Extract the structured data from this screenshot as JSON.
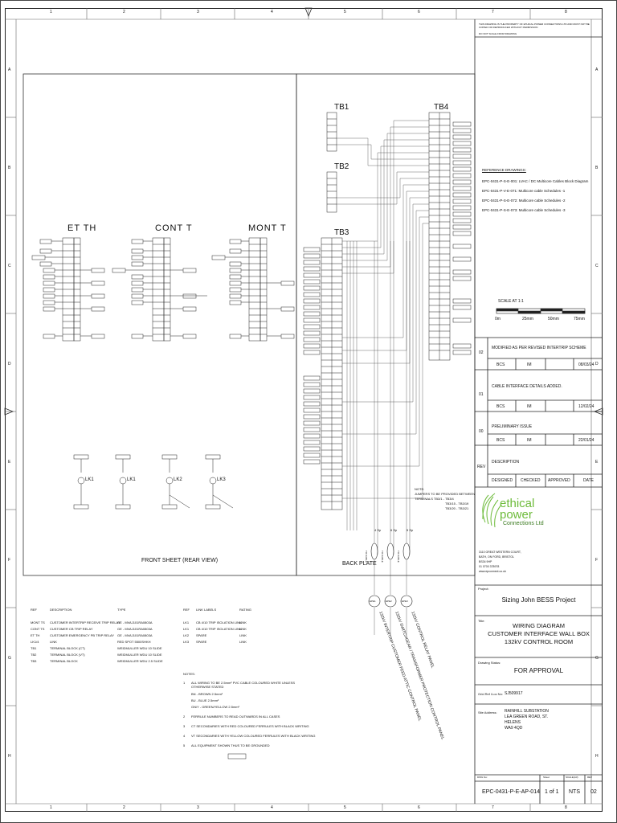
{
  "grid": {
    "columns": [
      "1",
      "2",
      "3",
      "4",
      "5",
      "6",
      "7",
      "8"
    ],
    "rows": [
      "A",
      "B",
      "C",
      "D",
      "E",
      "F",
      "G",
      "H"
    ]
  },
  "header_notes": {
    "line1": "THIS DRAWING IS THE PROPERTY OF ETHICAL POWER CONNECTIONS LTD AND MUST NOT BE COPIED OR REPRODUCED WITHOUT PERMISSION",
    "line2": "DO NOT SCALE FROM DRAWING"
  },
  "diagram": {
    "panel_labels": {
      "et": "ET TH",
      "cont": "CONT T",
      "mont": "MONT T",
      "tb1": "TB1",
      "tb2": "TB2",
      "tb3": "TB3",
      "tb4": "TB4"
    },
    "link_labels": [
      "LK1",
      "LK1",
      "LK2",
      "LK3"
    ],
    "front_sheet_label": "FRONT SHEET (REAR VIEW)",
    "back_plate_label": "BACK PLATE",
    "note": {
      "title": "NOTE:",
      "lines": [
        "JUMPERS TO BE PROVIDED BETWEEN",
        "TERMINALS TB3/1 - TB3/4",
        "TB3/15 - TB3/19",
        "TB3/20 - TB3/21"
      ]
    },
    "cable_labels": [
      "4 Sp",
      "6 Sp",
      "5 Sp"
    ],
    "cable_tags": [
      "TO CABLE",
      "TO CABLE",
      "TO CABLE"
    ],
    "circle_tags": [
      "EPE1",
      "EPE2",
      "EPE3"
    ],
    "vertical_texts": [
      "132kV INTERTRIP CUSTOMER FEED ATTIC CONTROL PANEL",
      "132kV SWITCHGEAR / TRANSFORMER PROTECTION CONTROL PANEL",
      "132kV CONTROL RELAY PANEL"
    ]
  },
  "legend": {
    "headers": {
      "ref": "REF",
      "description": "DESCRIPTION",
      "type": "TYPE"
    },
    "rows": [
      {
        "ref": "MONT TS",
        "description": "CUSTOMER INTERTRIP RECEIVE TRIP RELAY",
        "type": "GE - MVAJ101RA0803A"
      },
      {
        "ref": "CONT TS",
        "description": "CUSTOMER CB TRIP RELAY",
        "type": "GE - MVAJ101RA0803A"
      },
      {
        "ref": "ET TH",
        "description": "CUSTOMER EMERGENCY PB TRIP RELAY",
        "type": "GE - MVAJ101RA0803A"
      },
      {
        "ref": "LK1/4",
        "description": "LINK",
        "type": "RED SPOT 5500SHKH"
      },
      {
        "ref": "TB1",
        "description": "TERMINAL BLOCK (CT)",
        "type": "WEIDMULLER WDU 10 SLIDE"
      },
      {
        "ref": "TB2",
        "description": "TERMINAL BLOCK (VT)",
        "type": "WEIDMULLER WDU 10 SLIDE"
      },
      {
        "ref": "TB3",
        "description": "TERMINAL BLOCK",
        "type": "WEIDMULLER WDU 2.5 SLIDE"
      }
    ]
  },
  "links_table": {
    "headers": {
      "ref": "REF",
      "labels": "LINK LABELS",
      "rating": "RATING"
    },
    "rows": [
      {
        "ref": "LK1",
        "label": "CB 4/10 TRIP ISOLATION LINK",
        "rating": "LINK"
      },
      {
        "ref": "LK1",
        "label": "CB 4/10 TRIP ISOLATION LINK",
        "rating": "LINK"
      },
      {
        "ref": "LK2",
        "label": "SPARE",
        "rating": "LINK"
      },
      {
        "ref": "LK3",
        "label": "SPARE",
        "rating": "LINK"
      }
    ]
  },
  "notes": {
    "title": "NOTES:",
    "items": [
      {
        "num": "1",
        "text": "ALL WIRING TO BE 2.5mm² PVC CABLE COLOURED WHITE UNLESS OTHERWISE STATED"
      },
      {
        "num": "",
        "text": "BN - BROWN          2.5mm²"
      },
      {
        "num": "",
        "text": "BU - BLUE           2.5mm²"
      },
      {
        "num": "",
        "text": "GN/Y - GREEN/YELLOW 2.5mm²"
      },
      {
        "num": "2",
        "text": "FERRULE NUMBERS TO READ OUTWARDS IN ALL CASES"
      },
      {
        "num": "3",
        "text": "CT SECONDARIES WITH RED COLOURED FERRULES WITH BLACK WRITING"
      },
      {
        "num": "4",
        "text": "VT SECONDARIES WITH YELLOW COLOURED FERRULES WITH BLACK WRITING"
      },
      {
        "num": "5",
        "text": "ALL EQUIPMENT SHOWN THUS         TO BE GROUNDED"
      }
    ]
  },
  "reference_drawings": {
    "title": "REFERENCE DRAWINGS:",
    "items": [
      "EPC-0431-P-S-E-001:   LVAC / DC Multicore Cables Block Diagram",
      "EPC-0431-P-V-E-071:   Multicore cable Schedules -1",
      "EPC-0431-P-S-E-072:   Multicore cable Schedules -2",
      "EPC-0431-P-S-E-073:   Multicore cable Schedules -3"
    ]
  },
  "scale_bar": {
    "title": "SCALE AT 1:1",
    "ticks": [
      "0m",
      "25mm",
      "50mm",
      "75mm"
    ]
  },
  "revisions": [
    {
      "rev": "02",
      "description": "MODIFIED AS PER REVISED INTERTRIP SCHEME",
      "designed": "BCS",
      "checked": "IM",
      "approved": "",
      "date": "08/03/24"
    },
    {
      "rev": "01",
      "description": "CABLE INTERFACE DETAILS ADDED.",
      "designed": "BCS",
      "checked": "IM",
      "approved": "",
      "date": "12/02/24"
    },
    {
      "rev": "00",
      "description": "PRELIMINARY ISSUE",
      "designed": "BCS",
      "checked": "IM",
      "approved": "",
      "date": "22/01/24"
    }
  ],
  "revision_headers": {
    "rev": "REV",
    "description": "DESCRIPTION",
    "designed": "DESIGNED",
    "checked": "CHECKED",
    "approved": "APPROVED",
    "date": "DATE"
  },
  "company": {
    "name_line1": "ethical",
    "name_line2": "power",
    "name_line3": "Connections Ltd",
    "address": [
      "3110 GREAT WESTERN COURT,",
      "BATH, ON FORD, BRISTOL",
      "BS34 9HP",
      "01 0700 378978",
      "www.epconnect.co.uk"
    ],
    "brand_color": "#6dbb3a"
  },
  "title_block": {
    "project_label": "Project:",
    "project": "Sizing John BESS Project",
    "title_label": "Title:",
    "title_lines": [
      "WIRING DIAGRAM",
      "CUSTOMER INTERFACE WALL BOX",
      "132kV CONTROL ROOM"
    ],
    "status_label": "Drawing Status:",
    "status": "FOR APPROVAL",
    "grid_ref_label": "Grid Ref /Loc No:",
    "grid_ref": "SJ509917",
    "site_label": "Site Address:",
    "site_address": [
      "RAINHILL SUBSTATION",
      "LEA GREEN ROAD, ST.",
      "HELENS",
      "WA9 4QD"
    ],
    "dwg_no_label": "DWG No:",
    "dwg_no": "EPC-0431-P-E-AP-014",
    "sheet_label": "Sheet",
    "sheet": "1 of 1",
    "scale_label": "SCALE(A3)",
    "scale": "NTS",
    "rev_label": "REV",
    "rev": "02"
  }
}
